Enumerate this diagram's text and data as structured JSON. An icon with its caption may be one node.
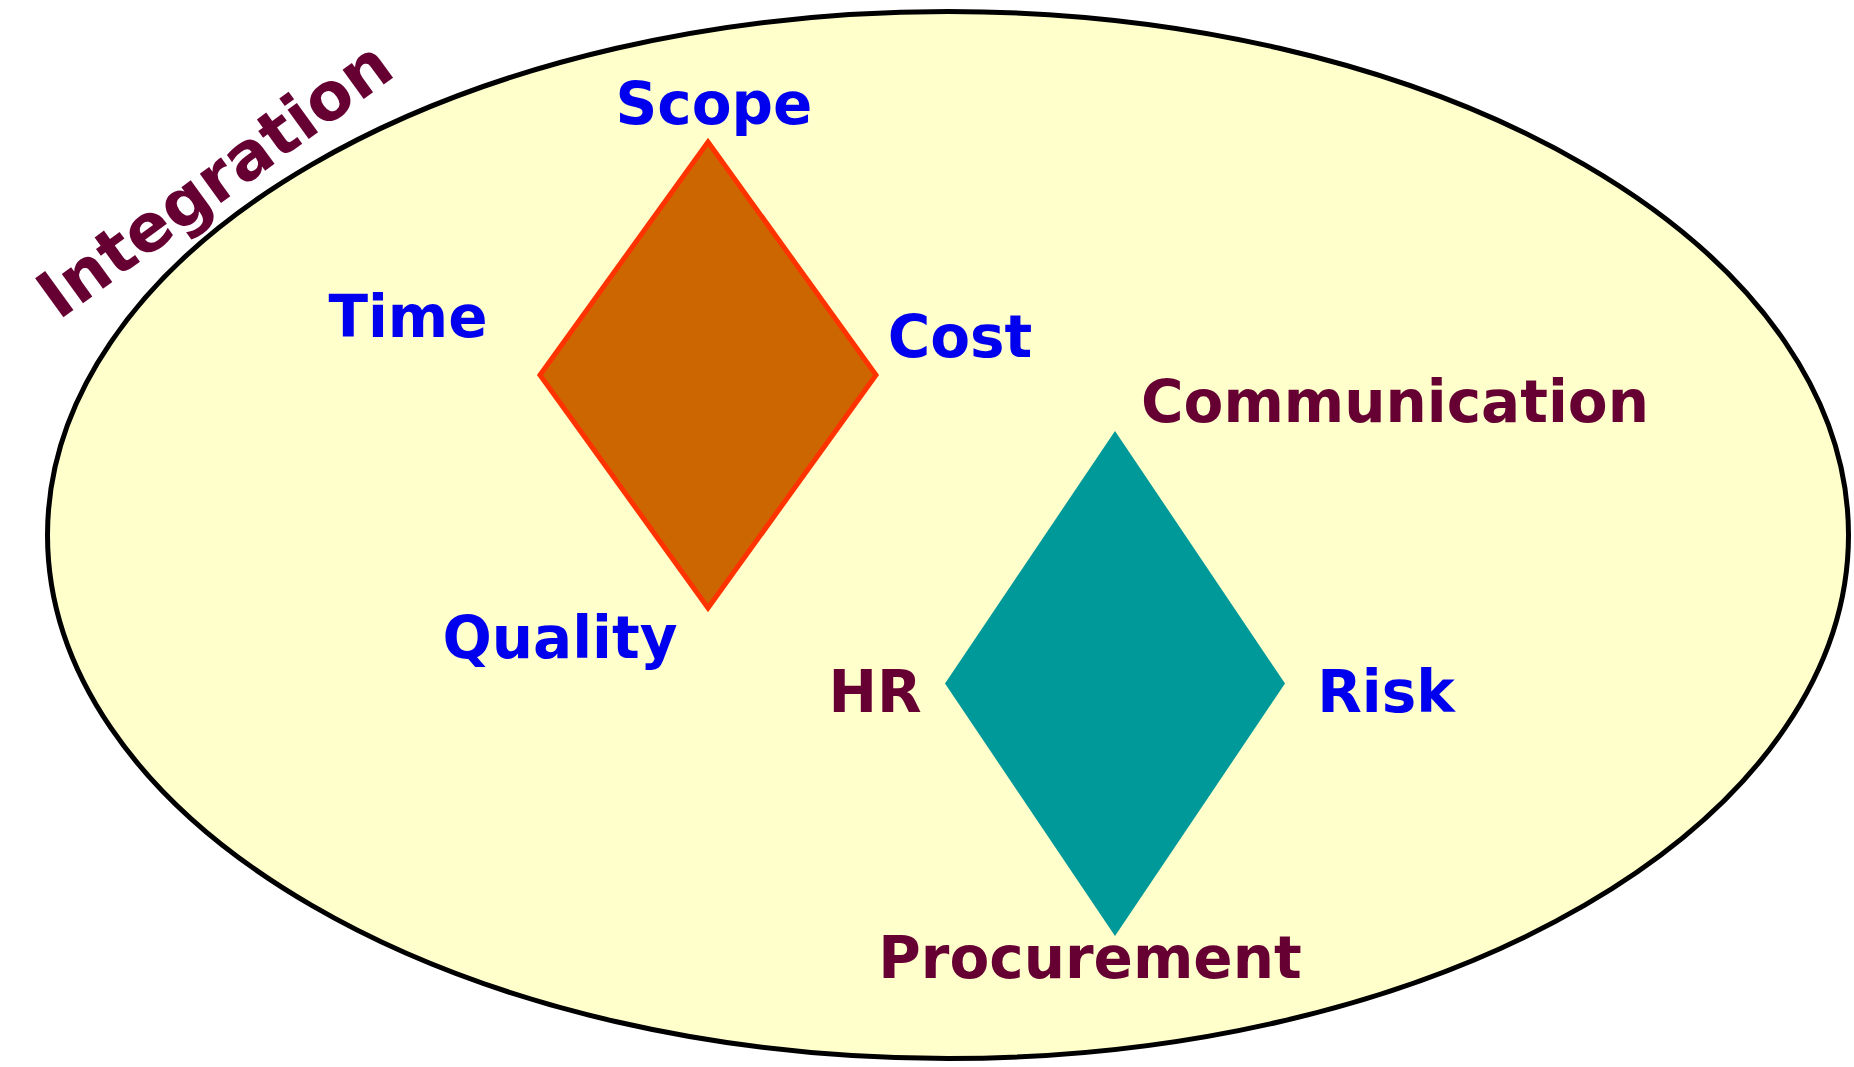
{
  "diagram": {
    "nodes": [
      {
        "text": [
          "Integration"
        ]
      },
      {
        "text": [],
        "shape": "diamond",
        "in": 0,
        "beside": [
          "Scope",
          "Time",
          "Cost",
          "Quality"
        ]
      },
      {
        "text": [],
        "shape": "diamond",
        "in": 0,
        "beside": [
          "Communication",
          "HR",
          "Risk",
          "Procurement"
        ]
      }
    ]
  }
}
